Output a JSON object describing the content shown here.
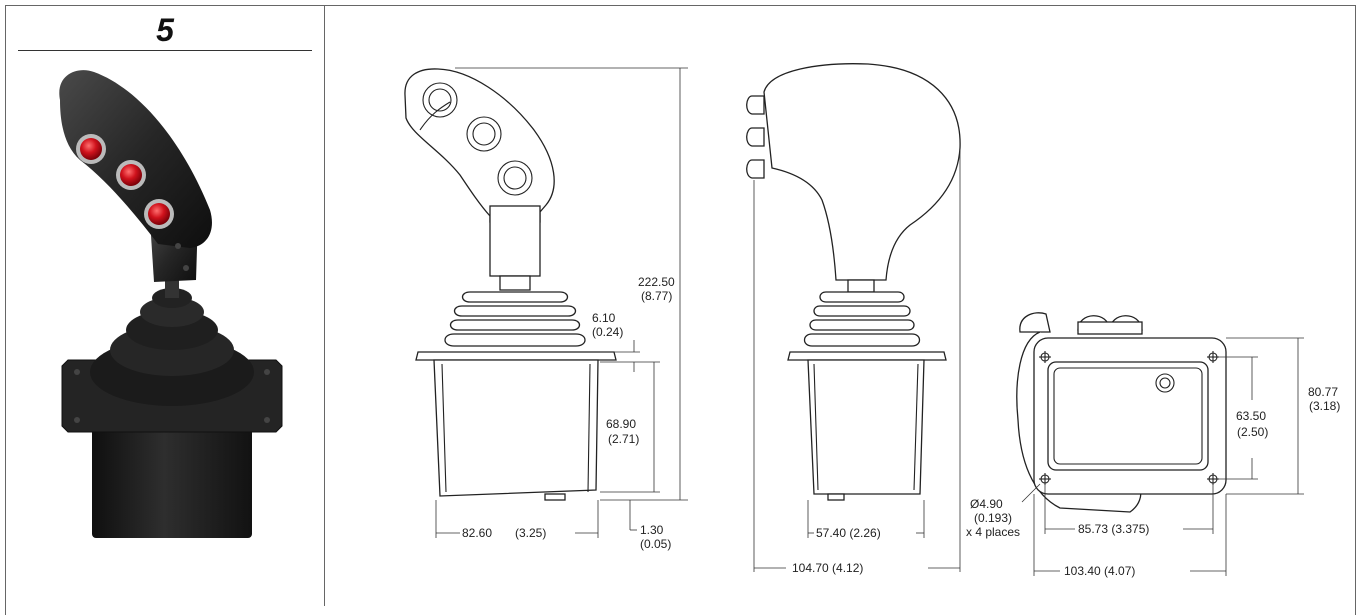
{
  "panel": {
    "number": "5"
  },
  "dimensions": {
    "overall_height": {
      "mm": "222.50",
      "in": "(8.77)"
    },
    "flange_thickness": {
      "mm": "6.10",
      "in": "(0.24)"
    },
    "body_depth": {
      "mm": "68.90",
      "in": "(2.71)"
    },
    "body_width_front": {
      "mm": "82.60",
      "in": "(3.25)"
    },
    "bottom_offset": {
      "mm": "1.30",
      "in": "(0.05)"
    },
    "body_width_side": {
      "text": "57.40 (2.26)"
    },
    "flange_width_side": {
      "text": "104.70 (4.12)"
    },
    "flange_height_top": {
      "mm": "80.77",
      "in": "(3.18)"
    },
    "hole_spacing_vertical": {
      "mm": "63.50",
      "in": "(2.50)"
    },
    "hole_spacing_horizontal": {
      "text": "85.73 (3.375)"
    },
    "flange_width_top": {
      "text": "103.40 (4.07)"
    },
    "mounting_hole": {
      "dia": "Ø4.90",
      "in": "(0.193)",
      "qty": "x 4 places"
    }
  },
  "colors": {
    "button_red": "#d0121c",
    "body_dark": "#1e1e1e",
    "line": "#222222"
  }
}
